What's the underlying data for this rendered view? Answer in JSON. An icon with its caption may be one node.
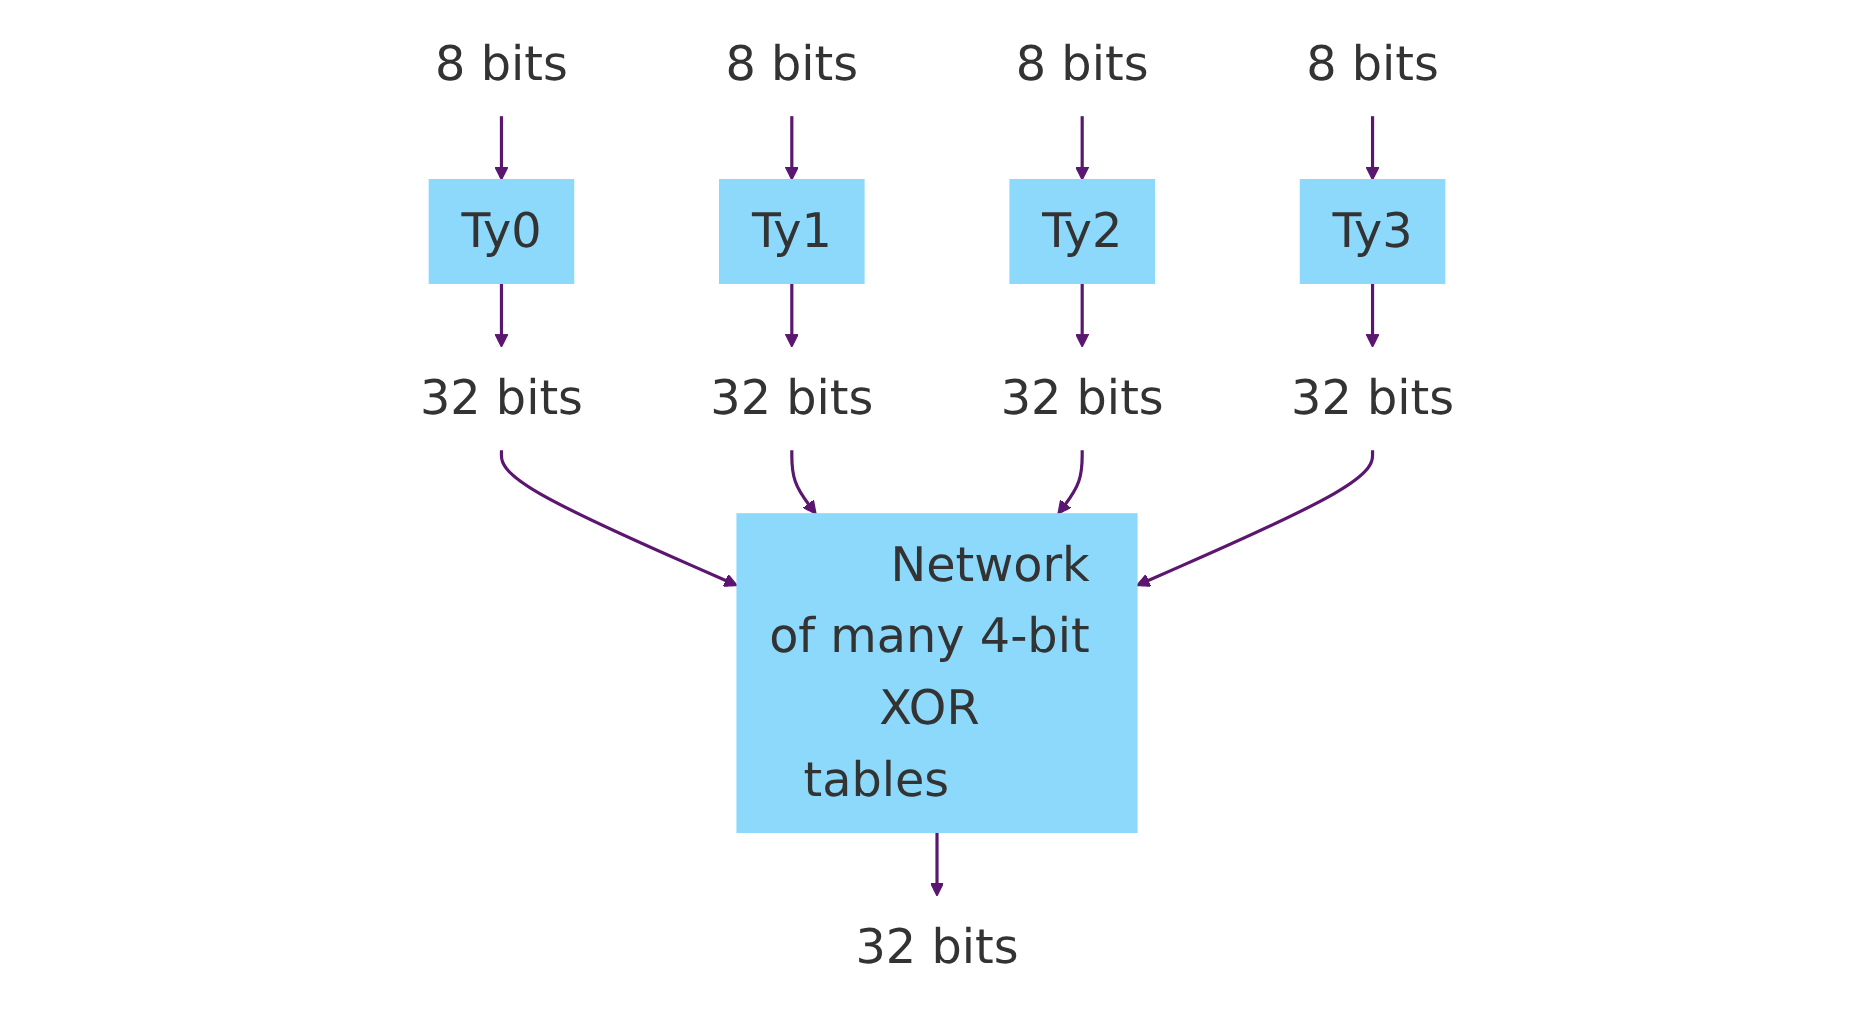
{
  "diagram": {
    "nodes": [
      {
        "text": [
          "8 bits"
        ]
      },
      {
        "text": [
          "8 bits"
        ]
      },
      {
        "text": [
          "8 bits"
        ]
      },
      {
        "text": [
          "8 bits"
        ]
      },
      {
        "text": [
          "Ty0"
        ]
      },
      {
        "text": [
          "Ty1"
        ]
      },
      {
        "text": [
          "Ty2"
        ]
      },
      {
        "text": [
          "Ty3"
        ]
      },
      {
        "text": [
          "32 bits"
        ]
      },
      {
        "text": [
          "32 bits"
        ]
      },
      {
        "text": [
          "32 bits"
        ]
      },
      {
        "text": [
          "32 bits"
        ]
      },
      {
        "text": [
          "Network of many 4-bit XOR tables"
        ]
      },
      {
        "text": [
          "32 bits"
        ]
      }
    ],
    "edges": [
      {
        "from": 0,
        "to": 4,
        "arrow": "to"
      },
      {
        "from": 1,
        "to": 5,
        "arrow": "to"
      },
      {
        "from": 2,
        "to": 6,
        "arrow": "to"
      },
      {
        "from": 3,
        "to": 7,
        "arrow": "to"
      },
      {
        "from": 4,
        "to": 8,
        "arrow": "to"
      },
      {
        "from": 5,
        "to": 9,
        "arrow": "to"
      },
      {
        "from": 6,
        "to": 10,
        "arrow": "to"
      },
      {
        "from": 7,
        "to": 11,
        "arrow": "to"
      },
      {
        "from": 8,
        "to": 12,
        "arrow": "to"
      },
      {
        "from": 9,
        "to": 12,
        "arrow": "to"
      },
      {
        "from": 10,
        "to": 12,
        "arrow": "to"
      },
      {
        "from": 11,
        "to": 12,
        "arrow": "to"
      },
      {
        "from": 12,
        "to": 13,
        "arrow": "to"
      }
    ]
  }
}
